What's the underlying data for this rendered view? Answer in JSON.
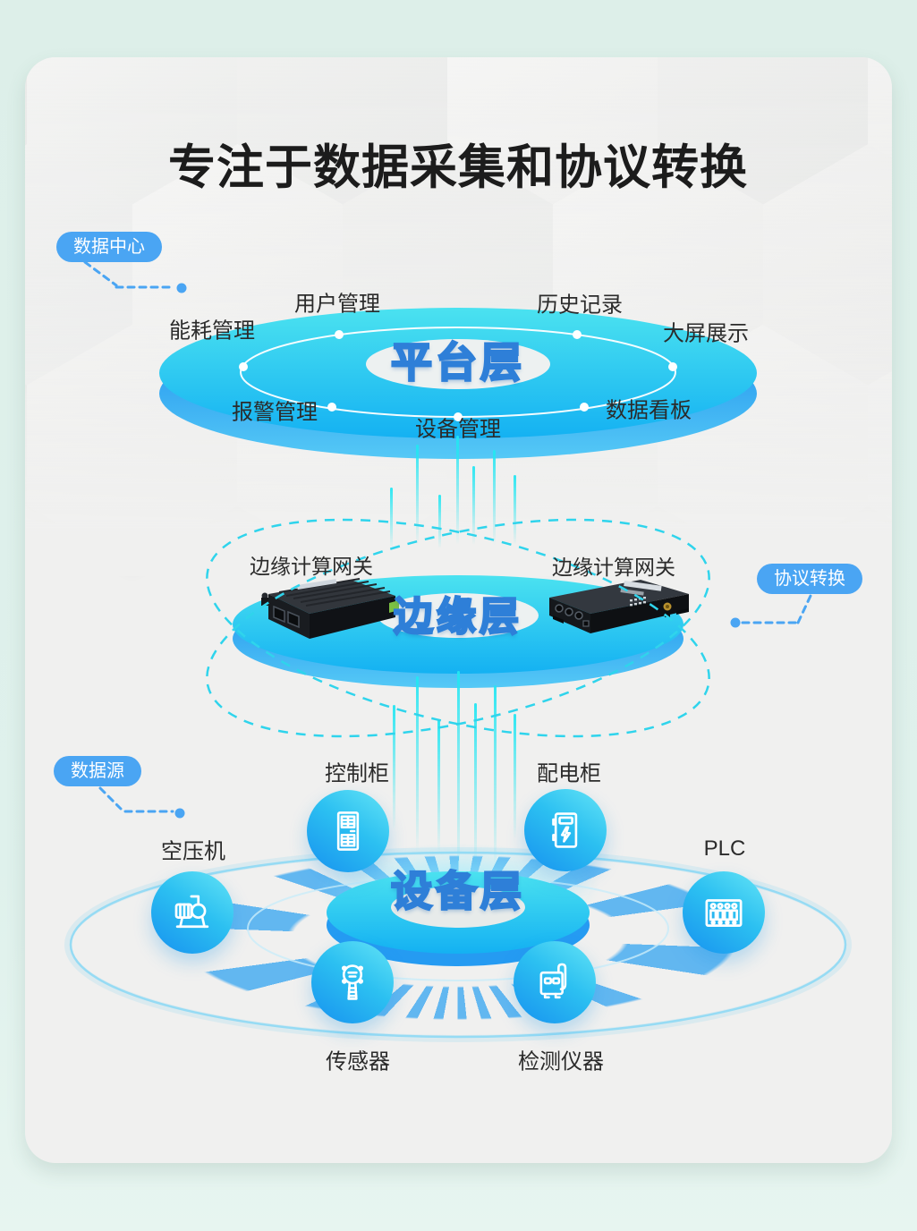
{
  "title": "专注于数据采集和协议转换",
  "callouts": {
    "data_center": "数据中心",
    "protocol_conversion": "协议转换",
    "data_source": "数据源"
  },
  "platform_layer": {
    "label": "平台层",
    "items": [
      "用户管理",
      "历史记录",
      "能耗管理",
      "大屏展示",
      "报警管理",
      "设备管理",
      "数据看板"
    ]
  },
  "edge_layer": {
    "label": "边缘层",
    "gateway_left_label": "边缘计算网关",
    "gateway_right_label": "边缘计算网关"
  },
  "device_layer": {
    "label": "设备层",
    "items": [
      "控制柜",
      "配电柜",
      "空压机",
      "PLC",
      "传感器",
      "检测仪器"
    ]
  },
  "colors": {
    "accent_blue": "#4aa5f3",
    "orbit_cyan": "#2fd4ec",
    "disk_top_cyan": "#4be2f0",
    "disk_bottom_blue": "#14b1f2",
    "background_mint": "#ddefe9",
    "card_background": "#f0f0ef",
    "title_text": "#1c1c1c"
  }
}
